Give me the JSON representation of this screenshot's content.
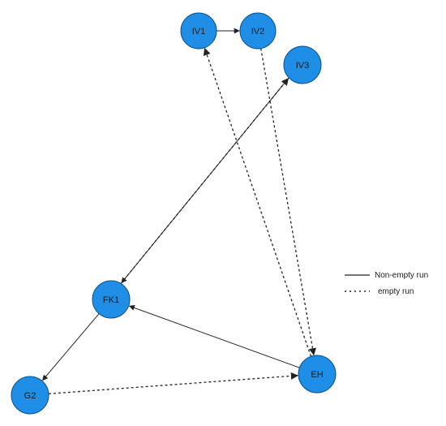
{
  "colors": {
    "node_fill": "#1e8ee6",
    "node_stroke": "#0a4f8a",
    "edge": "#222222",
    "background": "#ffffff"
  },
  "nodes": [
    {
      "id": "IV1",
      "label": "IV1"
    },
    {
      "id": "IV2",
      "label": "IV2"
    },
    {
      "id": "IV3",
      "label": "IV3"
    },
    {
      "id": "FK1",
      "label": "FK1"
    },
    {
      "id": "G2",
      "label": "G2"
    },
    {
      "id": "EH",
      "label": "EH"
    }
  ],
  "edges": [
    {
      "from": "IV1",
      "to": "IV2",
      "style": "solid"
    },
    {
      "from": "IV3",
      "to": "FK1",
      "style": "solid"
    },
    {
      "from": "FK1",
      "to": "IV3",
      "style": "dashed"
    },
    {
      "from": "EH",
      "to": "IV1",
      "style": "dashed"
    },
    {
      "from": "IV2",
      "to": "EH",
      "style": "dashed"
    },
    {
      "from": "EH",
      "to": "FK1",
      "style": "solid"
    },
    {
      "from": "FK1",
      "to": "G2",
      "style": "solid"
    },
    {
      "from": "G2",
      "to": "EH",
      "style": "dashed"
    }
  ],
  "legend": {
    "solid_label": "Non-empty run",
    "dashed_label": "empty run"
  }
}
